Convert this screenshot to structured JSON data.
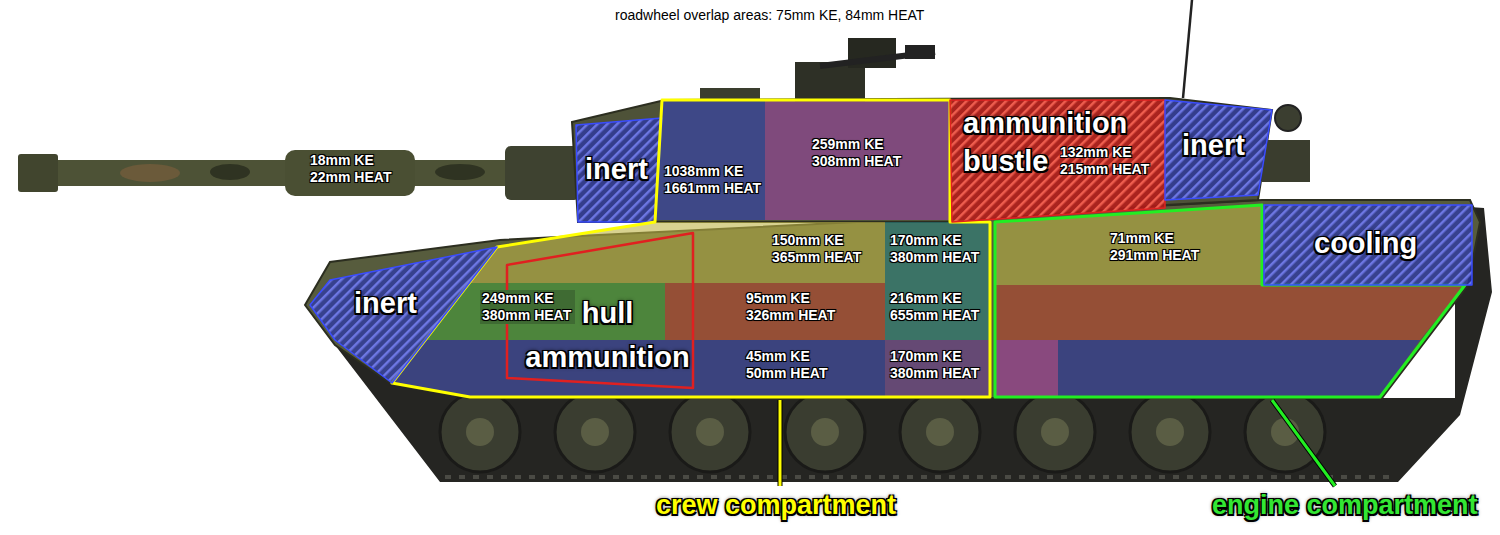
{
  "diagram": {
    "title": "roadwheel overlap areas: 75mm KE, 84mm HEAT",
    "nodes": [
      {
        "text": [
          "inert"
        ]
      },
      {
        "text": [
          "crew compartment"
        ]
      },
      {
        "text": [
          "ammunition bustle"
        ]
      },
      {
        "text": [
          "inert"
        ]
      },
      {
        "text": [
          "engine compartment"
        ]
      },
      {
        "text": [
          "cooling"
        ],
        "in": 4
      },
      {
        "text": [
          "inert"
        ]
      },
      {
        "text": [
          "hull ammunition"
        ],
        "in": 1
      }
    ],
    "labels": [
      "259mm KE 308mm HEAT",
      "132mm KE 215mm HEAT",
      "18mm KE 22mm HEAT",
      "1038mm KE 1661mm HEAT",
      "150mm KE 365mm HEAT",
      "170mm KE 380mm HEAT",
      "71mm KE 291mm HEAT",
      "249mm KE 380mm HEAT",
      "95mm KE 326mm HEAT",
      "216mm KE 655mm HEAT",
      "45mm KE 50mm HEAT",
      "170mm KE 380mm HEAT"
    ]
  }
}
